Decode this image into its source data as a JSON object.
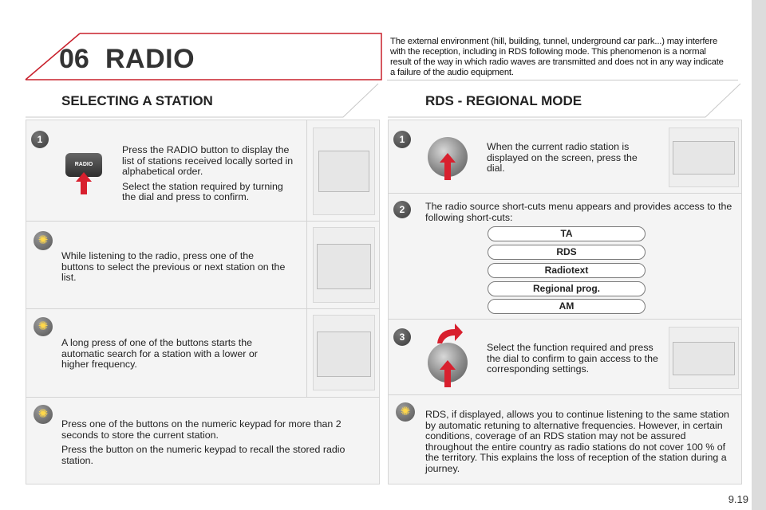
{
  "chapter": {
    "number": "06",
    "title": "RADIO"
  },
  "note": "The external environment (hill, building, tunnel, underground car park...) may interfere with the reception, including in RDS following mode. This phenomenon is a normal result of the way in which radio waves are transmitted and does not in any way indicate a failure of the audio equipment.",
  "left": {
    "heading": "SELECTING A STATION",
    "step1": {
      "badge": "1",
      "button_label": "RADIO",
      "text1": "Press the RADIO button to display the list of stations received locally sorted in alphabetical order.",
      "text2": "Select the station required by turning the dial and press to confirm."
    },
    "tip1": "While listening to the radio, press one of the buttons to select the previous or next station on the list.",
    "tip2": "A long press of one of the buttons starts the automatic search for a station with a lower or higher frequency.",
    "tip3": {
      "text1": "Press one of the buttons on the numeric keypad for more than 2 seconds to store the current station.",
      "text2": "Press the button on the numeric keypad to recall the stored radio station."
    }
  },
  "right": {
    "heading": "RDS - REGIONAL MODE",
    "step1": {
      "badge": "1",
      "text": "When the current radio station is displayed on the screen, press the dial."
    },
    "step2": {
      "badge": "2",
      "text": "The radio source short-cuts menu appears and provides access to the following short-cuts:"
    },
    "menu": [
      "TA",
      "RDS",
      "Radiotext",
      "Regional prog.",
      "AM"
    ],
    "step3": {
      "badge": "3",
      "text": "Select the function required and press the dial to confirm to gain access to the corresponding settings."
    },
    "tip": "RDS, if displayed, allows you to continue listening to the same station by automatic retuning to alternative frequencies. However, in certain conditions, coverage of an RDS station may not be assured throughout the entire country as radio stations do not cover 100 % of the territory. This explains the loss of reception of the station during a journey."
  },
  "page_number": "9.19",
  "colors": {
    "accent_red": "#c8202c",
    "panel_bg": "#f4f4f4"
  },
  "icons": {
    "tip": "lightbulb-icon",
    "press": "red-arrow-icon",
    "turn": "curved-arrow-icon"
  }
}
